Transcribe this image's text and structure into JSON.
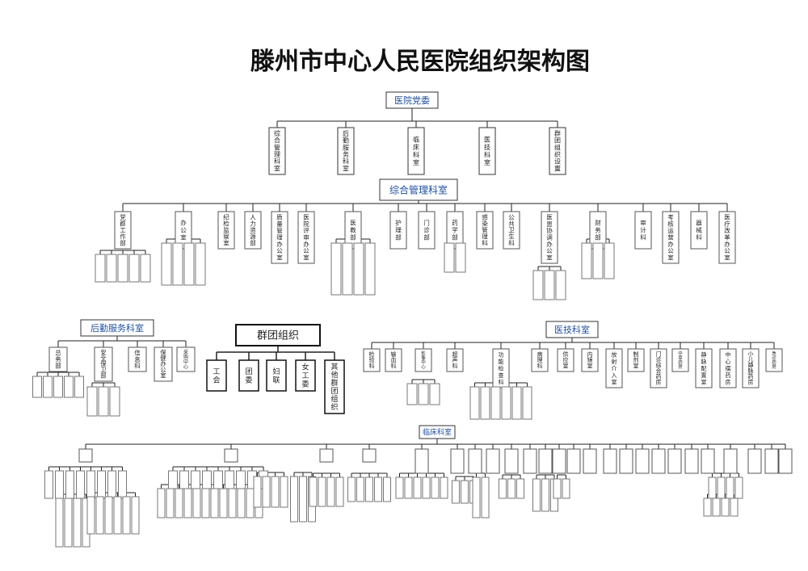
{
  "title": "滕州市中心人民医院组织架构图",
  "colors": {
    "line": "#222222",
    "box": "#555555",
    "blue": "#1f4fa0",
    "bg": "#ffffff"
  },
  "root": "医院党委",
  "divisions": [
    "综合管理科室",
    "后勤服务科室",
    "临床科室",
    "医技科室",
    "群团组织设置"
  ],
  "admin": {
    "title": "综合管理科室",
    "departments": [
      "党群工作部",
      "办公室",
      "纪检监察室",
      "人力资源部",
      "质量管理办公室",
      "医院评审办公室",
      "医教部",
      "护理部",
      "门诊部",
      "药学部",
      "感染管理科",
      "公共卫生科",
      "医患协调办公室",
      "财务部",
      "审计科",
      "考核运营办公室",
      "器械科",
      "医疗改革办公室"
    ]
  },
  "logistics": {
    "title": "后勤服务科室",
    "departments": [
      "总务部",
      "安全保卫部",
      "信息科",
      "保健办公室",
      "采购中心"
    ]
  },
  "mass_org": {
    "title": "群团组织",
    "units": [
      "工会",
      "团委",
      "妇联",
      "女工委",
      "其他群团组织"
    ]
  },
  "medtech": {
    "title": "医技科室",
    "departments": [
      "检验科",
      "输血科",
      "影像中心",
      "超声科",
      "功能检查科",
      "病理科",
      "供应室",
      "内镜室",
      "放射介入室",
      "制剂室",
      "门诊综合药房",
      "中草药房",
      "静脉配置室",
      "中心摆药房",
      "小儿静脉药房",
      "急诊药房"
    ]
  },
  "clinical": {
    "title": "临床科室"
  }
}
